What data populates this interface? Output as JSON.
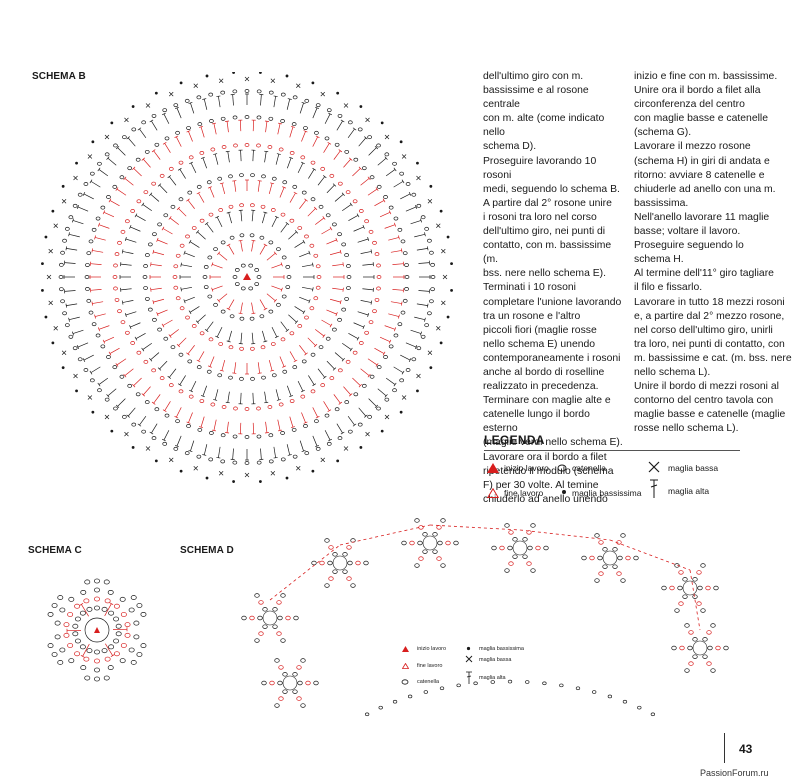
{
  "schema_b": {
    "label": "SCHEMA B"
  },
  "schema_c": {
    "label": "SCHEMA C"
  },
  "schema_d": {
    "label": "SCHEMA D"
  },
  "column1": [
    "dell'ultimo giro con m.",
    "bassissime e al rosone centrale",
    "con m. alte (come indicato nello",
    "schema D).",
    "Proseguire lavorando 10 rosoni",
    "medi, seguendo lo schema B.",
    "A partire dal 2° rosone unire",
    "i rosoni tra loro nel corso",
    "dell'ultimo giro, nei punti di",
    "contatto, con m. bassissime (m.",
    "bss. nere nello schema E).",
    "Terminati i 10 rosoni",
    "completare l'unione lavorando",
    "tra un rosone e l'altro",
    "piccoli fiori (maglie rosse",
    "nello schema E) unendo",
    "contemporaneamente i rosoni",
    "anche al bordo di roselline",
    "realizzato in precedenza.",
    "Terminare con maglie alte e",
    "catenelle lungo il bordo esterno",
    "(maglie verdi nello schema E).",
    "Lavorare ora il bordo a filet",
    "ripetendo il modulo (schema",
    "F) per 30 volte. Al temine",
    "chiuderlo ad anello unendo"
  ],
  "column2": [
    "inizio e fine con m. bassissime.",
    "Unire ora il bordo a filet alla",
    "circonferenza del centro",
    "con maglie basse e catenelle",
    "(schema G).",
    "Lavorare il mezzo rosone",
    "(schema H) in giri di andata e",
    "ritorno: avviare 8 catenelle e",
    "chiuderle ad anello con una m.",
    "bassissima.",
    "Nell'anello lavorare 11 maglie",
    "basse; voltare il lavoro.",
    "Proseguire seguendo lo",
    "schema H.",
    "Al termine dell'11° giro tagliare",
    "il filo e fissarlo.",
    "Lavorare in tutto 18 mezzi rosoni",
    "e, a partire dal 2° mezzo rosone,",
    "nel corso dell'ultimo giro, unirli",
    "tra loro, nei punti di contatto, con",
    "m. bassissime e cat. (m. bss. nere",
    "nello schema L).",
    "Unire il bordo di mezzi rosoni al",
    "contorno del centro tavola con",
    "maglie basse e catenelle (maglie",
    "rosse nello schema L)."
  ],
  "legenda": {
    "title": "LEGENDA",
    "inizio": "inizio lavoro",
    "fine": "fine lavoro",
    "catenella": "catenella",
    "bassissima": "maglia bassissima",
    "bassa": "maglia bassa",
    "alta": "maglia alta"
  },
  "legenda_d": {
    "inizio": "inizio lavoro",
    "fine": "fine lavoro",
    "catenella": "catenella",
    "bassissima": "maglia bassissima",
    "bassa": "maglia bassa",
    "alta": "maglia alta"
  },
  "page_number": "43",
  "watermark": "PassionForum.ru",
  "colors": {
    "red": "#d81e1e",
    "black": "#1a1a1a"
  }
}
